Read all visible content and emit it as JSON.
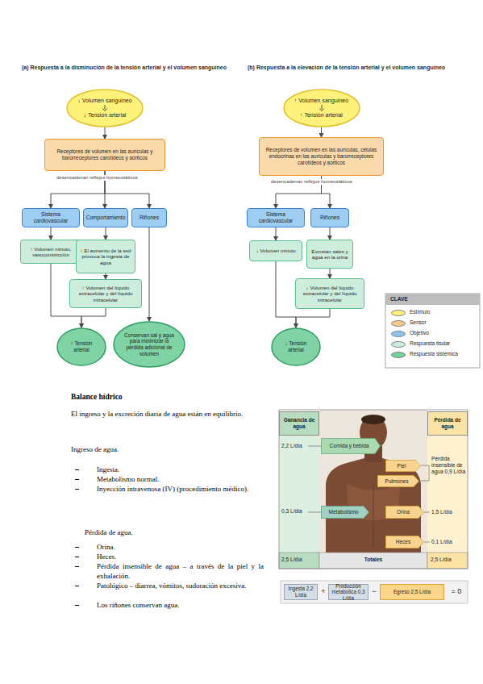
{
  "diagram": {
    "nodes": [
      {
        "text": [
          "↓ Volumen sanguíneo",
          "↓ Tensión arterial"
        ]
      },
      {
        "text": [
          "Receptores de volumen en las aurículas y barorreceptores carotídeos y aórticos"
        ]
      },
      {
        "text": [
          "Sistema cardiovascular"
        ]
      },
      {
        "text": [
          "Comportamiento"
        ]
      },
      {
        "text": [
          "Riñones"
        ]
      },
      {
        "text": [
          "↑ Volumen minuto, vasoconstricción"
        ]
      },
      {
        "text": [
          "↑ El aumento de la sed provoca la ingesta de agua"
        ]
      },
      {
        "text": [
          "↑ Volumen del líquido extracelular y del líquido intracelular"
        ]
      },
      {
        "text": [
          "↑ Tensión arterial"
        ]
      },
      {
        "text": [
          "Conservan sal y agua para minimizar la pérdida adicional de volumen"
        ]
      },
      {
        "text": [
          "↑ Volumen sanguíneo",
          "↑ Tensión arterial"
        ]
      },
      {
        "text": [
          "Receptores de volumen en las aurículas, células endocrinas en las aurículas y barorreceptores carotídeos y aórticos"
        ]
      },
      {
        "text": [
          "Sistema cardiovascular"
        ]
      },
      {
        "text": [
          "Riñones"
        ]
      },
      {
        "text": [
          "↓ Volumen minuto"
        ]
      },
      {
        "text": [
          "Excretan sales y agua en la orina"
        ]
      },
      {
        "text": [
          "↓ Volumen del líquido extracelular y del líquido intracelular"
        ]
      },
      {
        "text": [
          "↓ Tensión arterial"
        ]
      },
      {
        "text": [
          "Ganancia de agua"
        ]
      },
      {
        "text": [
          "Pérdida de agua"
        ]
      },
      {
        "text": [
          "Comida y bebida"
        ]
      },
      {
        "text": [
          "Piel"
        ]
      },
      {
        "text": [
          "Pulmones"
        ]
      },
      {
        "text": [
          "Metabolismo"
        ]
      },
      {
        "text": [
          "Orina"
        ]
      },
      {
        "text": [
          "Heces"
        ]
      },
      {
        "text": [
          "Ingesta 2,2 L/día"
        ]
      },
      {
        "text": [
          "Producción metabólica 0,3 L/día"
        ]
      },
      {
        "text": [
          "Egreso 2,5 L/día"
        ]
      }
    ],
    "edges": [
      {
        "from": 0,
        "to": 1,
        "arrow": "to"
      },
      {
        "from": 1,
        "to": 2,
        "label": "desencadenan reflejos homeostáticos",
        "arrow": "to"
      },
      {
        "from": 1,
        "to": 3,
        "arrow": "to"
      },
      {
        "from": 1,
        "to": 4,
        "arrow": "to"
      },
      {
        "from": 2,
        "to": 5,
        "arrow": "to"
      },
      {
        "from": 3,
        "to": 6,
        "arrow": "to"
      },
      {
        "from": 6,
        "to": 7,
        "arrow": "to"
      },
      {
        "from": 5,
        "to": 8,
        "arrow": "to"
      },
      {
        "from": 7,
        "to": 8,
        "arrow": "to"
      },
      {
        "from": 4,
        "to": 9,
        "arrow": "to"
      },
      {
        "from": 10,
        "to": 11,
        "arrow": "to"
      },
      {
        "from": 11,
        "to": 12,
        "label": "desencadenan reflejos homeostáticos",
        "arrow": "to"
      },
      {
        "from": 11,
        "to": 13,
        "arrow": "to"
      },
      {
        "from": 12,
        "to": 14,
        "arrow": "to"
      },
      {
        "from": 13,
        "to": 15,
        "arrow": "to"
      },
      {
        "from": 15,
        "to": 16,
        "arrow": "to"
      },
      {
        "from": 14,
        "to": 17,
        "arrow": "to"
      },
      {
        "from": 16,
        "to": 17,
        "arrow": "to"
      }
    ],
    "labels": [
      "(a) Respuesta a la disminución de la tensión arterial y el volumen sanguíneo",
      "(b) Respuesta a la elevación de la tensión arterial y el volumen sanguíneo",
      "CLAVE",
      "Balance hídrico",
      "El ingreso y la excreción diaria de agua están en equilibrio.",
      "Ingreso de agua.",
      "Ingesta.",
      "Metabolismo normal.",
      "Inyección intravenosa (IV) (procedimiento médico).",
      "Pérdida de agua.",
      "Orina.",
      "Heces.",
      "Pérdida insensible de agua – a través de la piel y la exhalación.",
      "Patológico – diarrea, vómitos, sudoración excesiva.",
      "Los riñones conservan agua.",
      "2,2 L/día",
      "0,3 L/día",
      "2,5 L/día",
      "Totales",
      "2,5 L/día",
      "Pérdida insensible de agua 0,9 L/día",
      "1,5 L/día",
      "0,1 L/día",
      "+",
      "−",
      "= 0"
    ],
    "legend": [
      {
        "text": "Estímulo",
        "color": "#fff27a"
      },
      {
        "text": "Sensor",
        "color": "#f7c98b"
      },
      {
        "text": "Objetivo",
        "color": "#8ec3ee"
      },
      {
        "text": "Respuesta tisular",
        "color": "#c9eddc"
      },
      {
        "text": "Respuesta sistémica",
        "color": "#77cf9f"
      }
    ]
  }
}
